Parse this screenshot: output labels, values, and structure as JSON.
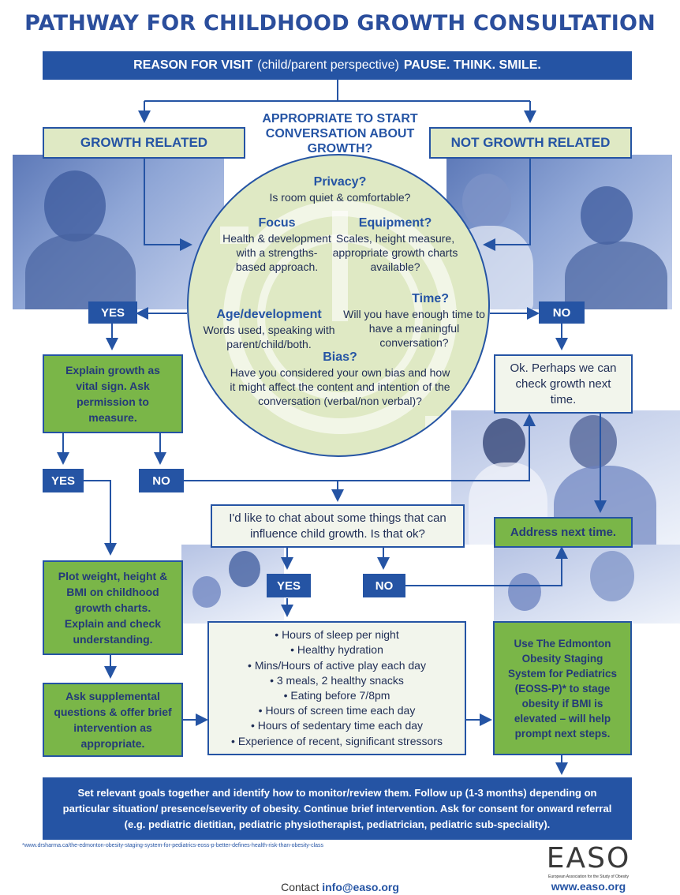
{
  "title": "PATHWAY FOR CHILDHOOD GROWTH CONSULTATION",
  "top_bar": {
    "label_bold_1": "REASON FOR VISIT",
    "label_normal": "(child/parent perspective)",
    "label_bold_2": "PAUSE. THINK. SMILE."
  },
  "question": "APPROPRIATE TO START CONVERSATION ABOUT GROWTH?",
  "growth_related": "GROWTH RELATED",
  "not_growth_related": "NOT GROWTH RELATED",
  "circle": {
    "privacy_title": "Privacy?",
    "privacy_text": "Is room quiet & comfortable?",
    "focus_title": "Focus",
    "focus_text": "Health & development with a strengths-based approach.",
    "equipment_title": "Equipment?",
    "equipment_text": "Scales, height measure, appropriate growth charts available?",
    "age_title": "Age/development",
    "age_text": "Words used, speaking with parent/child/both.",
    "time_title": "Time?",
    "time_text": "Will you have enough time to have a meaningful conversation?",
    "bias_title": "Bias?",
    "bias_text": "Have you considered your own bias and how it might affect the content and intention of the conversation (verbal/non verbal)?"
  },
  "yes_1": "YES",
  "no_1": "NO",
  "explain_box": "Explain growth as vital sign. Ask permission to measure.",
  "perhaps_box": "Ok. Perhaps we can check growth next time.",
  "yes_2": "YES",
  "no_2": "NO",
  "chat_box": "I'd like to chat about some things that can influence child growth. Is that ok?",
  "address_box": "Address next time.",
  "yes_3": "YES",
  "no_3": "NO",
  "plot_box": "Plot weight, height & BMI on childhood growth charts. Explain and check understanding.",
  "ask_box": "Ask supplemental questions & offer brief intervention as appropriate.",
  "list_items": [
    "• Hours of sleep per night",
    "• Healthy hydration",
    "• Mins/Hours of active play each day",
    "• 3 meals, 2 healthy snacks",
    "• Eating before 7/8pm",
    "• Hours of screen time each day",
    "• Hours of sedentary time each day",
    "• Experience of recent, significant stressors"
  ],
  "eoss_box": "Use The Edmonton Obesity Staging System for Pediatrics (EOSS-P)* to stage obesity if BMI is elevated – will help prompt next steps.",
  "bottom_bar": "Set relevant goals together and identify how to monitor/review them. Follow up (1-3 months) depending on particular situation/ presence/severity of obesity. Continue brief intervention. Ask for consent for onward referral (e.g. pediatric dietitian, pediatric physiotherapist, pediatrician, pediatric sub-speciality).",
  "footnote": "*www.drsharma.ca/the-edmonton-obesity-staging-system-for-pediatrics-eoss-p-better-defines-health-risk-than-obesity-class",
  "contact_label": "Contact",
  "contact_email": "info@easo.org",
  "logo_text": "EASO",
  "logo_tagline": "European Association for the Study of Obesity",
  "website": "www.easo.org",
  "colors": {
    "navy": "#2554a4",
    "green": "#7ab648",
    "pale_green": "#dfe9c4"
  }
}
